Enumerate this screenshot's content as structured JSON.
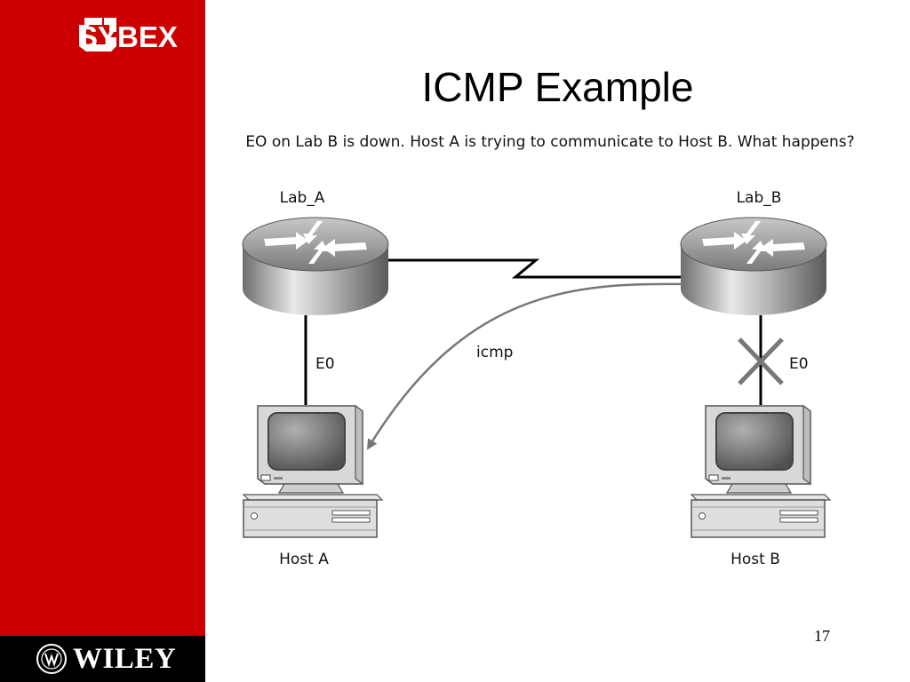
{
  "slide": {
    "title": "ICMP Example",
    "subtitle": "EO on Lab B is down. Host A is trying to communicate to Host B. What happens?",
    "page_number": "17"
  },
  "branding": {
    "top_logo_text": "SYBEX",
    "bottom_logo_text": "WILEY",
    "sidebar_color": "#cc0000",
    "footer_color": "#000000"
  },
  "diagram": {
    "routers": [
      {
        "label": "Lab_A"
      },
      {
        "label": "Lab_B"
      }
    ],
    "hosts": [
      {
        "label": "Host A"
      },
      {
        "label": "Host B"
      }
    ],
    "interfaces": [
      {
        "label": "E0"
      },
      {
        "label": "E0"
      }
    ],
    "message_label": "icmp",
    "failed_link_icon": "x-mark-icon"
  }
}
